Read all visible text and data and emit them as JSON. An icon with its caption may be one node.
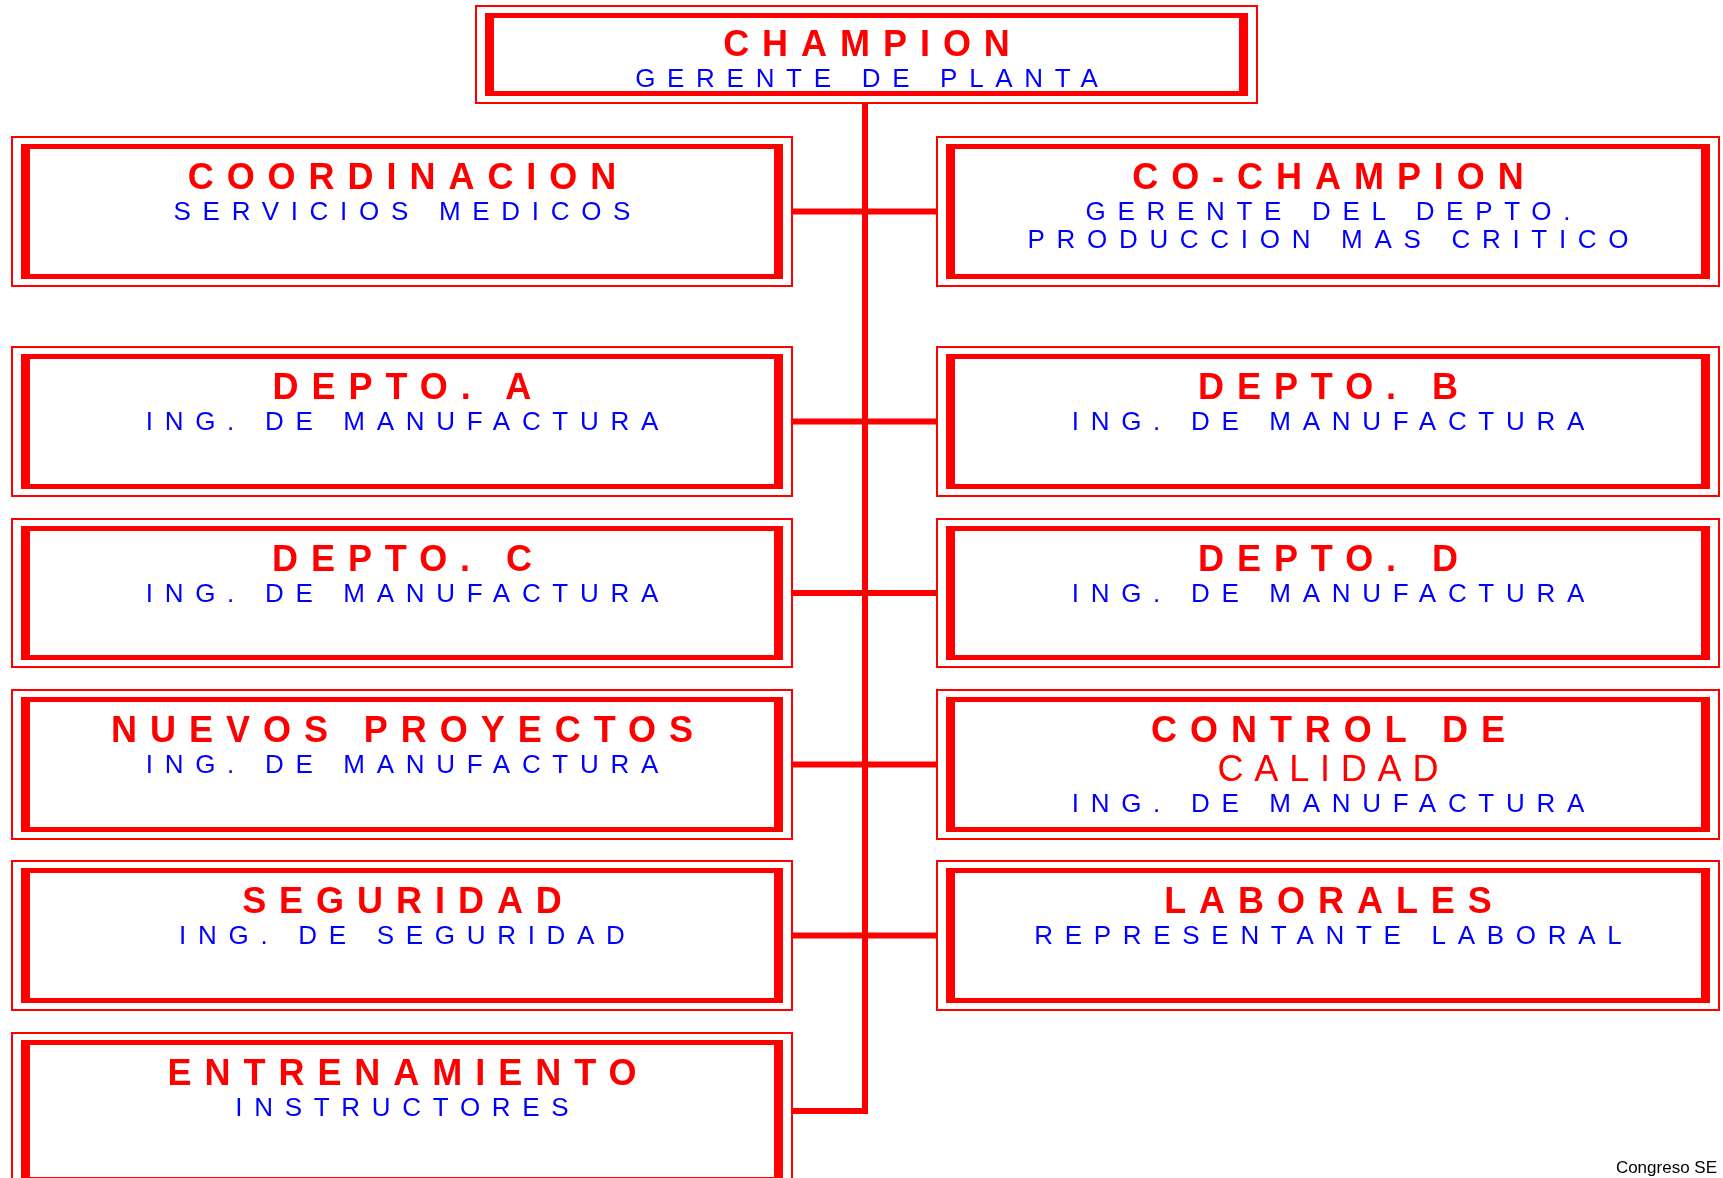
{
  "diagram": {
    "nodes": [
      {
        "text": [
          "CHAMPION",
          "GERENTE DE PLANTA"
        ]
      },
      {
        "text": [
          "COORDINACION",
          "SERVICIOS MEDICOS"
        ]
      },
      {
        "text": [
          "CO-CHAMPION",
          "GERENTE DEL DEPTO. PRODUCCION MAS CRITICO"
        ]
      },
      {
        "text": [
          "DEPTO. A",
          "ING. DE MANUFACTURA"
        ]
      },
      {
        "text": [
          "DEPTO. B",
          "ING. DE MANUFACTURA"
        ]
      },
      {
        "text": [
          "DEPTO. C",
          "ING. DE MANUFACTURA"
        ]
      },
      {
        "text": [
          "DEPTO. D",
          "ING. DE MANUFACTURA"
        ]
      },
      {
        "text": [
          "NUEVOS PROYECTOS",
          "ING. DE MANUFACTURA"
        ]
      },
      {
        "text": [
          "CONTROL DE",
          "CALIDAD",
          "ING. DE MANUFACTURA"
        ]
      },
      {
        "text": [
          "SEGURIDAD",
          "ING. DE SEGURIDAD"
        ]
      },
      {
        "text": [
          "LABORALES",
          "REPRESENTANTE LABORAL"
        ]
      },
      {
        "text": [
          "ENTRENAMIENTO",
          "INSTRUCTORES"
        ]
      }
    ],
    "edges": [
      {
        "from": 0,
        "to": 1,
        "arrow": "none"
      },
      {
        "from": 0,
        "to": 2,
        "arrow": "none"
      },
      {
        "from": 0,
        "to": 3,
        "arrow": "none"
      },
      {
        "from": 0,
        "to": 4,
        "arrow": "none"
      },
      {
        "from": 0,
        "to": 5,
        "arrow": "none"
      },
      {
        "from": 0,
        "to": 6,
        "arrow": "none"
      },
      {
        "from": 0,
        "to": 7,
        "arrow": "none"
      },
      {
        "from": 0,
        "to": 8,
        "arrow": "none"
      },
      {
        "from": 0,
        "to": 9,
        "arrow": "none"
      },
      {
        "from": 0,
        "to": 10,
        "arrow": "none"
      },
      {
        "from": 0,
        "to": 11,
        "arrow": "none"
      }
    ],
    "labels": [
      "Congreso SE"
    ]
  }
}
